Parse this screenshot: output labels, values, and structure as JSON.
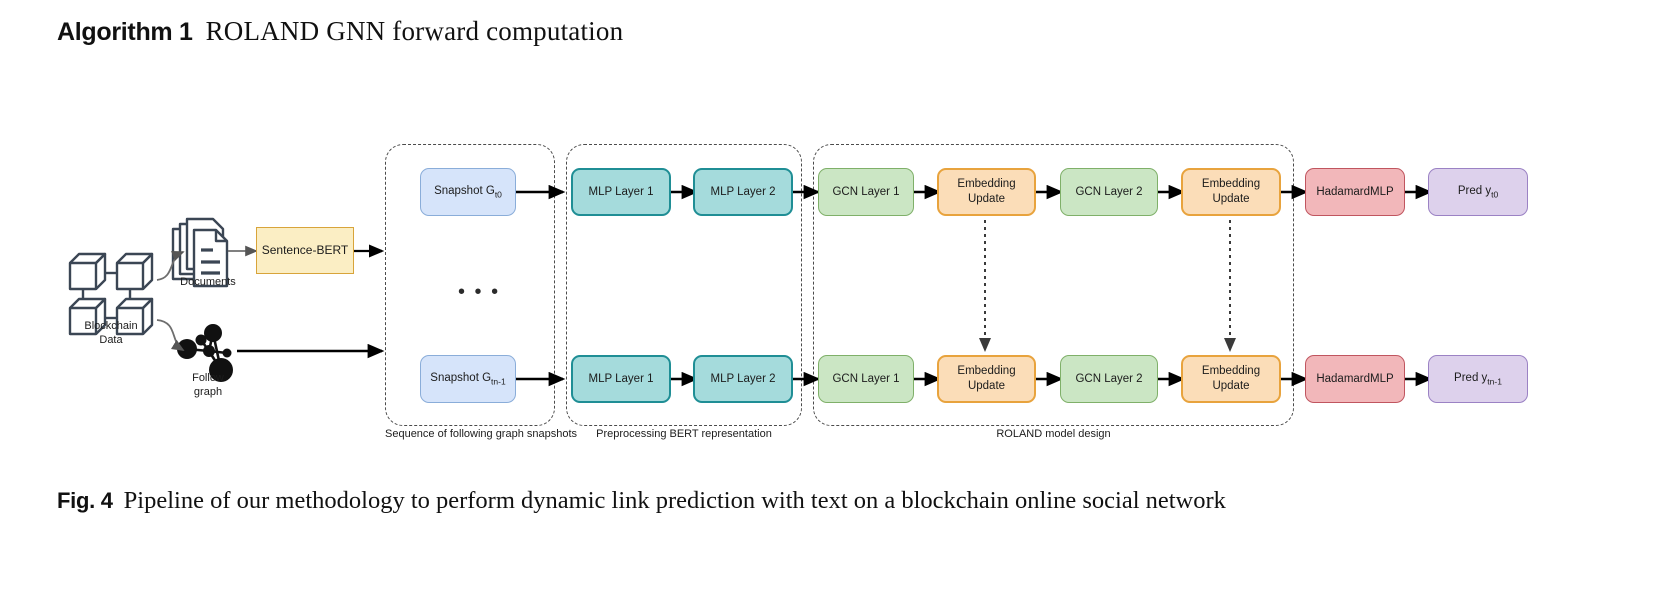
{
  "algorithm_heading": {
    "label": "Algorithm 1",
    "title": "ROLAND GNN forward computation"
  },
  "figure": {
    "icons": {
      "blockchain": {
        "name": "blockchain-cubes-icon",
        "label": "Blockchain\nData"
      },
      "documents": {
        "name": "documents-stack-icon",
        "label": "Documents"
      },
      "follow_graph": {
        "name": "network-graph-icon",
        "label": "Follow\ngraph"
      }
    },
    "preprocess": {
      "sentence_bert": "Sentence-BERT"
    },
    "ellipsis": "• • •",
    "groups": [
      {
        "id": "snapshots",
        "label": "Sequence of following graph snapshots"
      },
      {
        "id": "bert",
        "label": "Preprocessing BERT representation"
      },
      {
        "id": "roland",
        "label": "ROLAND model design"
      }
    ],
    "rows": [
      {
        "id": "row-t0",
        "snapshot": {
          "text": "Snapshot G",
          "sub": "t0"
        },
        "mlp1": "MLP Layer 1",
        "mlp2": "MLP Layer 2",
        "gcn1": "GCN Layer 1",
        "embed1": "Embedding\nUpdate",
        "gcn2": "GCN Layer 2",
        "embed2": "Embedding\nUpdate",
        "hadamard": "HadamardMLP",
        "pred": {
          "text": "Pred y",
          "sub": "t0"
        }
      },
      {
        "id": "row-tn1",
        "snapshot": {
          "text": "Snapshot G",
          "sub": "tn-1"
        },
        "mlp1": "MLP Layer 1",
        "mlp2": "MLP Layer 2",
        "gcn1": "GCN Layer 1",
        "embed1": "Embedding\nUpdate",
        "gcn2": "GCN Layer 2",
        "embed2": "Embedding\nUpdate",
        "hadamard": "HadamardMLP",
        "pred": {
          "text": "Pred y",
          "sub": "tn-1"
        }
      }
    ],
    "colors": {
      "snapshot_fill": "#d6e4fa",
      "snapshot_border": "#8aadd9",
      "mlp_fill": "#a5dbdc",
      "mlp_border": "#1f8e95",
      "gcn_fill": "#cbe6c4",
      "gcn_border": "#7fb069",
      "embed_fill": "#fbddb8",
      "embed_border": "#e8a33d",
      "hadamard_fill": "#f2b7ba",
      "hadamard_border": "#c0555f",
      "pred_fill": "#ddd1ec",
      "pred_border": "#9b82c4",
      "bert_fill": "#fbeec4",
      "bert_border": "#d8a43a",
      "icon_stroke": "#3b4654",
      "arrow": "#000000",
      "group_dash": "#4b4b4b"
    }
  },
  "figure_caption": {
    "label": "Fig. 4",
    "text": "Pipeline of our methodology to perform dynamic link prediction with text on a blockchain online social network"
  }
}
